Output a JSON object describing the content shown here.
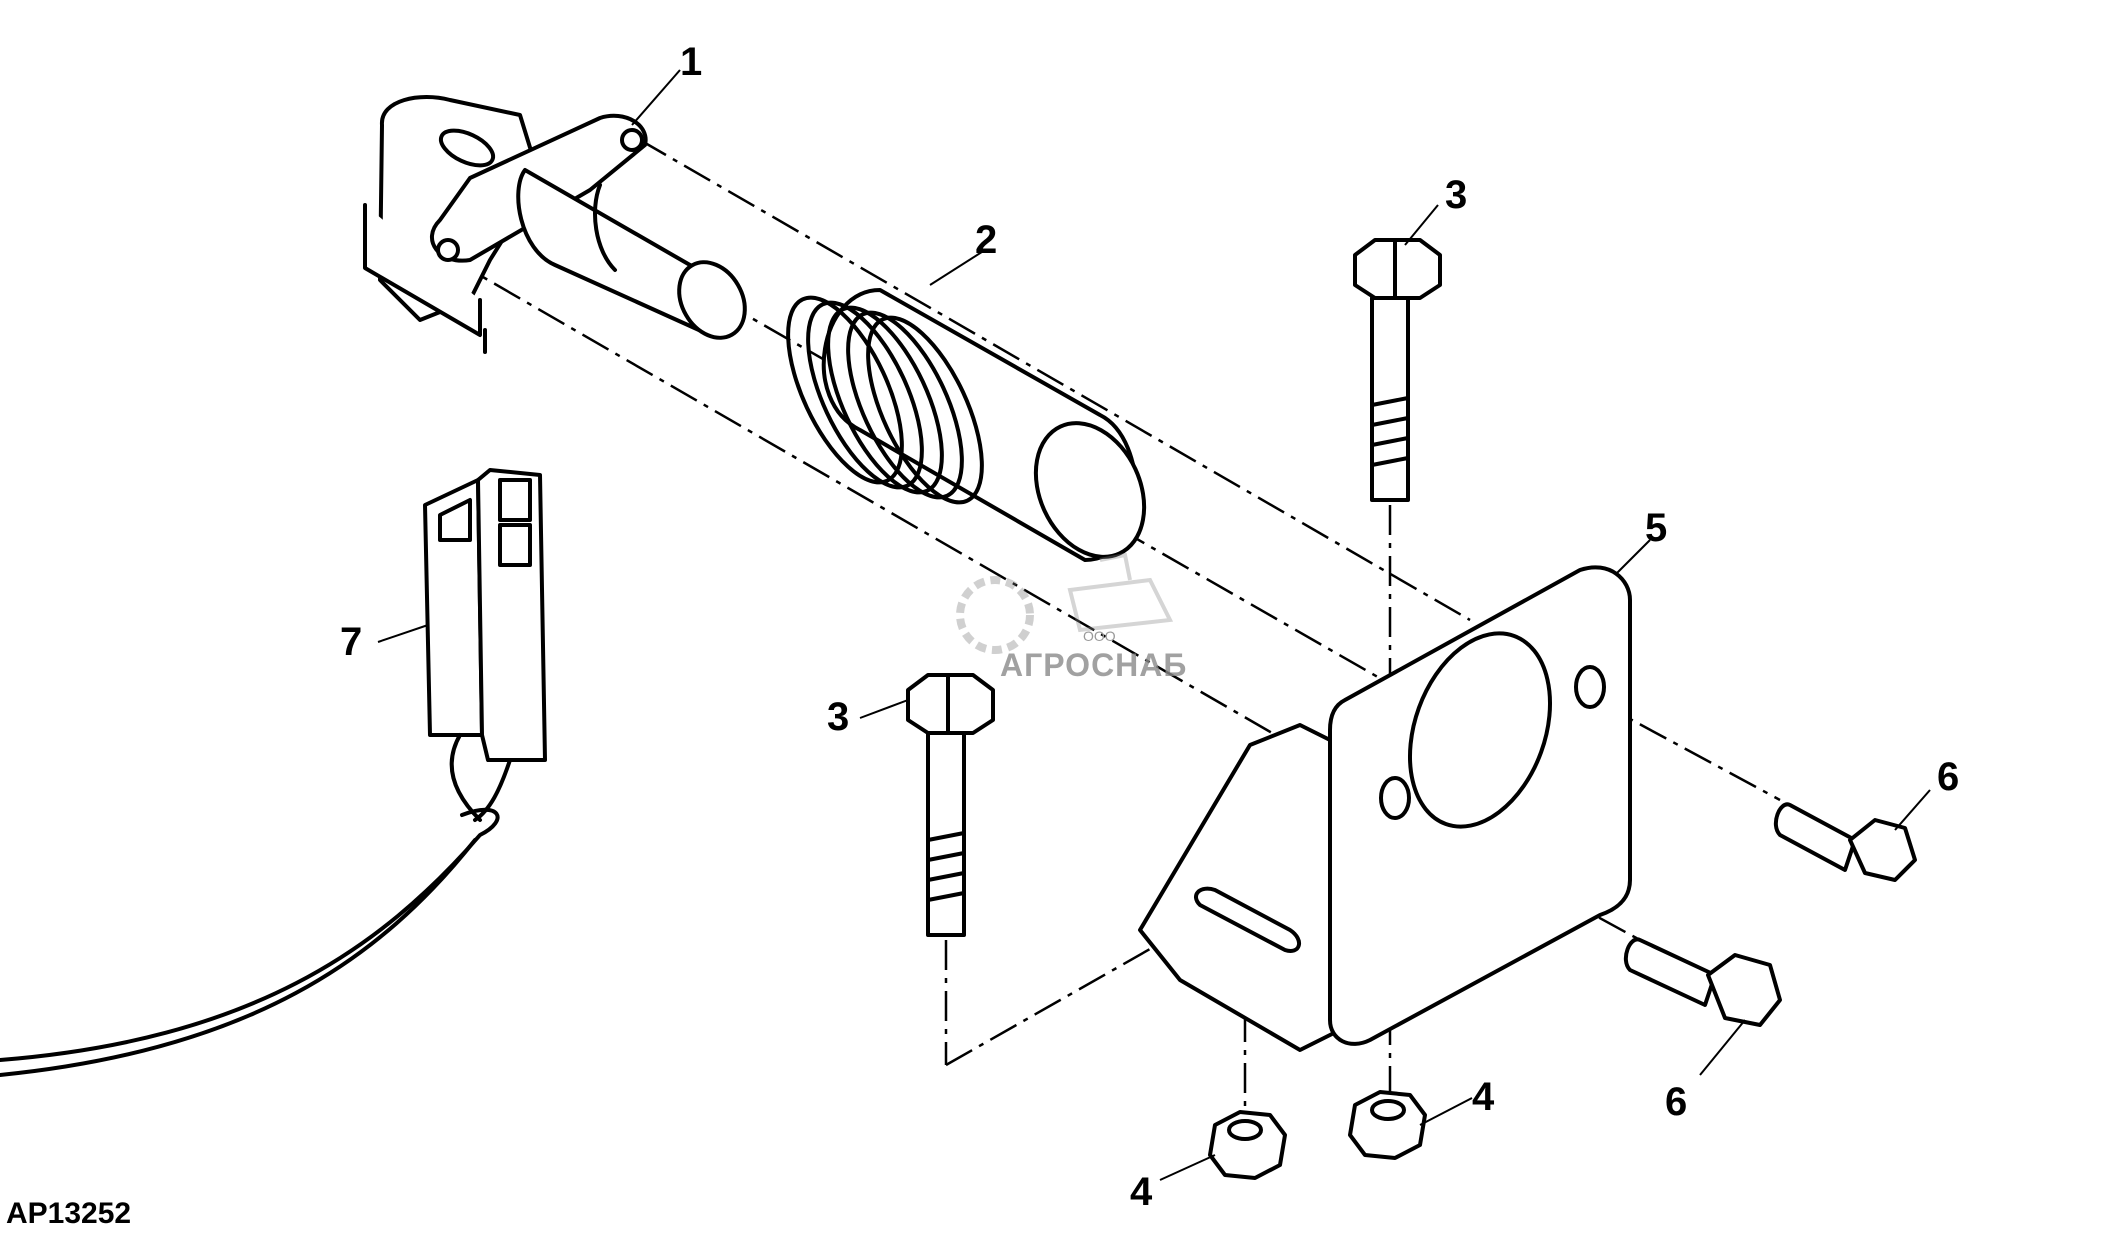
{
  "figure_code": "AP13252",
  "watermark": {
    "text": "АГРОСНАБ",
    "prefix": "ООО"
  },
  "callouts": {
    "c1": "1",
    "c2": "2",
    "c3a": "3",
    "c3b": "3",
    "c4a": "4",
    "c4b": "4",
    "c5": "5",
    "c6a": "6",
    "c6b": "6",
    "c7": "7"
  }
}
